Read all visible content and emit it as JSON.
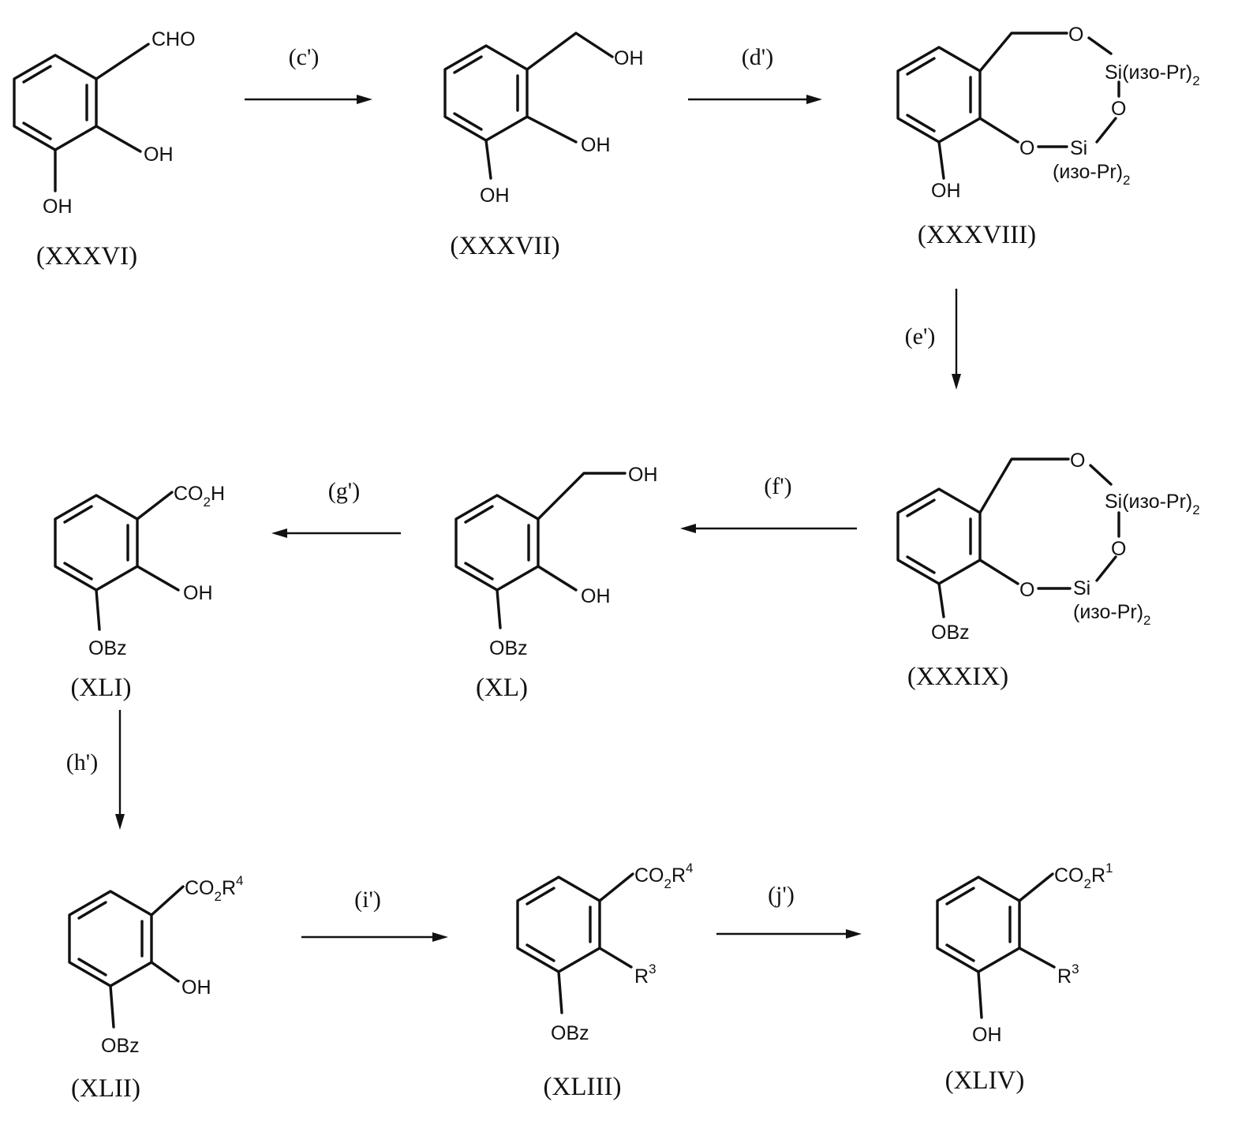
{
  "compounds": {
    "XXXVI": {
      "id": "(XXXVI)",
      "top": "CHO",
      "ortho": "OH",
      "meta": "OH"
    },
    "XXXVII": {
      "id": "(XXXVII)",
      "top": "OH",
      "ortho": "OH",
      "meta": "OH"
    },
    "XXXVIII": {
      "id": "(XXXVIII)",
      "o1": "O",
      "si1": "Si(изо-Pr)",
      "si1_sub": "2",
      "o2": "O",
      "o3": "O",
      "si2": "Si",
      "si2_grp": "(изо-Pr)",
      "si2_sub": "2",
      "meta": "OH"
    },
    "XXXIX": {
      "id": "(XXXIX)",
      "o1": "O",
      "si1": "Si(изо-Pr)",
      "si1_sub": "2",
      "o2": "O",
      "o3": "O",
      "si2": "Si",
      "si2_grp": "(изо-Pr)",
      "si2_sub": "2",
      "meta": "OBz"
    },
    "XL": {
      "id": "(XL)",
      "top": "OH",
      "ortho": "OH",
      "meta": "OBz"
    },
    "XLI": {
      "id": "(XLI)",
      "top_main": "CO",
      "top_sub": "2",
      "top_tail": "H",
      "ortho": "OH",
      "meta": "OBz"
    },
    "XLII": {
      "id": "(XLII)",
      "top_main": "CO",
      "top_sub": "2",
      "top_tail": "R",
      "top_sup": "4",
      "ortho": "OH",
      "meta": "OBz"
    },
    "XLIII": {
      "id": "(XLIII)",
      "top_main": "CO",
      "top_sub": "2",
      "top_tail": "R",
      "top_sup": "4",
      "ortho": "R",
      "ortho_sup": "3",
      "meta": "OBz"
    },
    "XLIV": {
      "id": "(XLIV)",
      "top_main": "CO",
      "top_sub": "2",
      "top_tail": "R",
      "top_sup": "1",
      "ortho": "R",
      "ortho_sup": "3",
      "meta": "OH"
    }
  },
  "steps": [
    "(c')",
    "(d')",
    "(e')",
    "(f')",
    "(g')",
    "(h')",
    "(i')",
    "(j')"
  ]
}
